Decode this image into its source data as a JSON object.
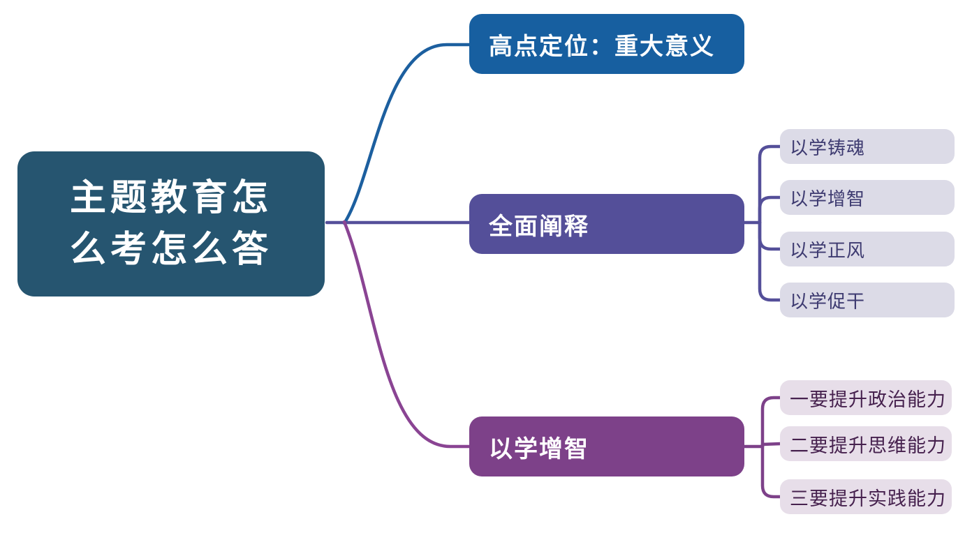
{
  "diagram": {
    "title": "主题教育怎么考怎么答 mind map",
    "root": {
      "lines": [
        "主题教育怎",
        "么考怎么答"
      ]
    },
    "branches": [
      {
        "label": "高点定位：重大意义",
        "children": []
      },
      {
        "label": "全面阐释",
        "children": [
          "以学铸魂",
          "以学增智",
          "以学正风",
          "以学促干"
        ]
      },
      {
        "label": "以学增智",
        "children": [
          "一要提升政治能力",
          "二要提升思维能力",
          "三要提升实践能力"
        ]
      }
    ]
  },
  "colors": {
    "background": "#FFFFFF",
    "root_bg": "#265570",
    "branch_top_bg": "#175FA0",
    "branch_middle_bg": "#544F99",
    "branch_bottom_bg": "#7D4189",
    "leaf_lavender_bg": "#DCDBE7",
    "leaf_lavender_text": "#3D3A70",
    "leaf_pink_bg": "#E7DEE9",
    "leaf_pink_text": "#46214E",
    "edge_blue": "#1C5F9F",
    "edge_indigo": "#55509A",
    "edge_magenta": "#8A4493",
    "text_on_node": "#FFFFFF"
  }
}
